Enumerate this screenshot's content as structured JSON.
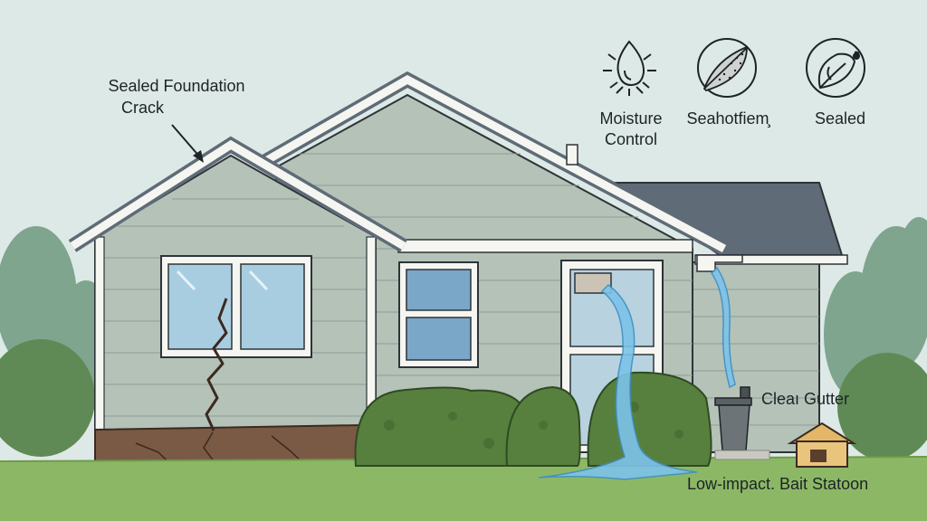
{
  "labels": {
    "foundation_line1": "Sealed Foundation",
    "foundation_line2": "Crack",
    "clean_gutter": "Cleaı Gutter",
    "bait_station": "Low-impact. Bait Statoon"
  },
  "icons": [
    {
      "icon": "water-drop-icon",
      "label": "Moisture\nControl"
    },
    {
      "icon": "sealant-icon",
      "label": "Seahotfiem̧"
    },
    {
      "icon": "sealed-leaf-icon",
      "label": "Sealed"
    }
  ],
  "colors": {
    "sky": "#dde9e6",
    "siding": "#b4c2b8",
    "trim": "#f5f6f1",
    "roof": "#5f6b77",
    "water": "#7cc3ea",
    "soil": "#7a5a45",
    "shrub": "#57803f",
    "grass": "#8cb866"
  }
}
